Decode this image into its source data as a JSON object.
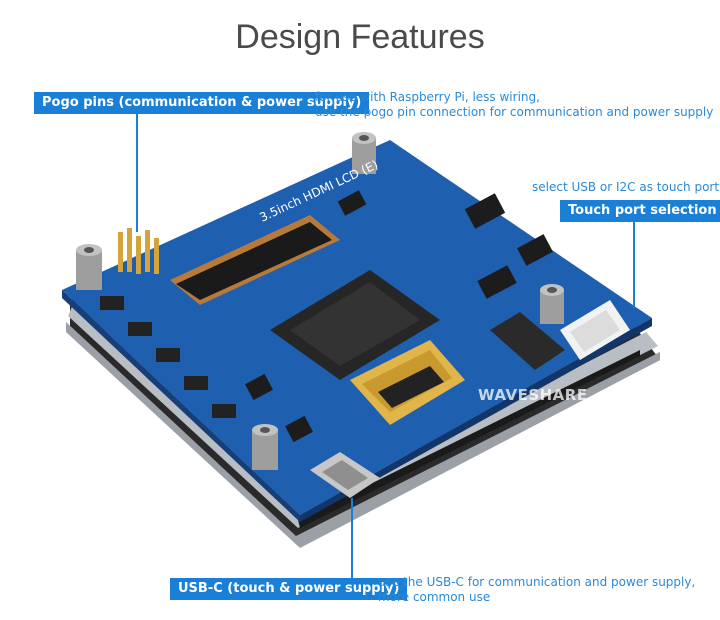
{
  "title": "Design Features",
  "callouts": {
    "pogo": {
      "label": "Pogo pins (communication & power supply)",
      "desc_line1": "for use with Raspberry Pi, less wiring,",
      "desc_line2": "use the pogo pin connection for communication and power supply"
    },
    "touch": {
      "label": "Touch port selection",
      "desc": "select USB or I2C as touch port"
    },
    "usbc": {
      "label": "USB-C (touch & power supply)",
      "desc_line1": "use the USB-C for communication and power supply,",
      "desc_line2": "more common use"
    }
  },
  "board": {
    "silkscreen": "3.5inch HDMI LCD (E)",
    "watermark": "WAVESHARE"
  },
  "colors": {
    "accent": "#1a7fd6",
    "desc_text": "#2a8ad8",
    "pcb": "#1e5fb0"
  }
}
